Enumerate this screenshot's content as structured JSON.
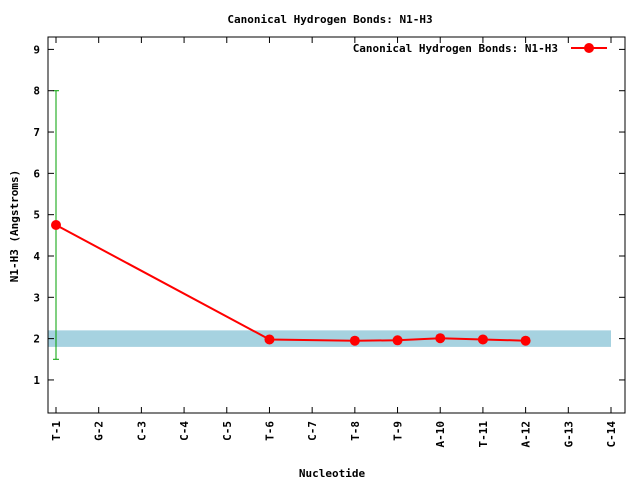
{
  "chart_data": {
    "type": "line",
    "title": "Canonical Hydrogen Bonds: N1-H3",
    "xlabel": "Nucleotide",
    "ylabel": "N1-H3 (Angstroms)",
    "ylim": [
      0.2,
      9.3
    ],
    "yticks": [
      1,
      2,
      3,
      4,
      5,
      6,
      7,
      8,
      9
    ],
    "categories": [
      "T-1",
      "G-2",
      "C-3",
      "C-4",
      "C-5",
      "T-6",
      "C-7",
      "T-8",
      "T-9",
      "A-10",
      "T-11",
      "A-12",
      "G-13",
      "C-14"
    ],
    "legend_position": "top-right",
    "grid": false,
    "series": [
      {
        "name": "Canonical Hydrogen Bonds: N1-H3",
        "color": "#ff0000",
        "points": [
          {
            "category": "T-1",
            "value": 4.75
          },
          {
            "category": "T-6",
            "value": 1.98
          },
          {
            "category": "T-8",
            "value": 1.95
          },
          {
            "category": "T-9",
            "value": 1.96
          },
          {
            "category": "A-10",
            "value": 2.01
          },
          {
            "category": "T-11",
            "value": 1.98
          },
          {
            "category": "A-12",
            "value": 1.95
          }
        ]
      }
    ],
    "error_bars": [
      {
        "category": "T-1",
        "low": 1.5,
        "high": 8.0,
        "color": "#00a000"
      }
    ],
    "reference_band": {
      "low": 1.8,
      "high": 2.2,
      "color": "#a6d2e0"
    }
  }
}
